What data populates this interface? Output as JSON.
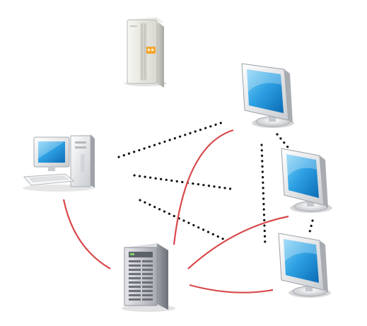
{
  "diagram": {
    "nodes": [
      {
        "id": "file-server",
        "icon": "tower-server-icon"
      },
      {
        "id": "workstation",
        "icon": "desktop-computer-icon"
      },
      {
        "id": "rack-server",
        "icon": "rack-server-icon"
      },
      {
        "id": "monitor-1",
        "icon": "monitor-icon"
      },
      {
        "id": "monitor-2",
        "icon": "monitor-icon"
      },
      {
        "id": "monitor-3",
        "icon": "monitor-icon"
      }
    ],
    "links": [
      {
        "from": "workstation",
        "to": "monitor-1",
        "style": "dotted"
      },
      {
        "from": "workstation",
        "to": "monitor-2",
        "style": "dotted"
      },
      {
        "from": "workstation",
        "to": "monitor-3",
        "style": "dotted"
      },
      {
        "from": "monitor-1",
        "to": "monitor-2",
        "style": "dotted"
      },
      {
        "from": "monitor-2",
        "to": "monitor-3",
        "style": "dotted"
      },
      {
        "from": "monitor-1",
        "to": "monitor-3",
        "style": "dotted"
      },
      {
        "from": "workstation",
        "to": "rack-server",
        "style": "solid"
      },
      {
        "from": "rack-server",
        "to": "monitor-1",
        "style": "solid"
      },
      {
        "from": "rack-server",
        "to": "monitor-2",
        "style": "solid"
      },
      {
        "from": "rack-server",
        "to": "monitor-3",
        "style": "solid"
      }
    ],
    "colors": {
      "solid_link": "#d9484b",
      "dotted_link": "#111111",
      "screen": "#1f8fd6",
      "screen_light": "#8fd3f7"
    }
  }
}
